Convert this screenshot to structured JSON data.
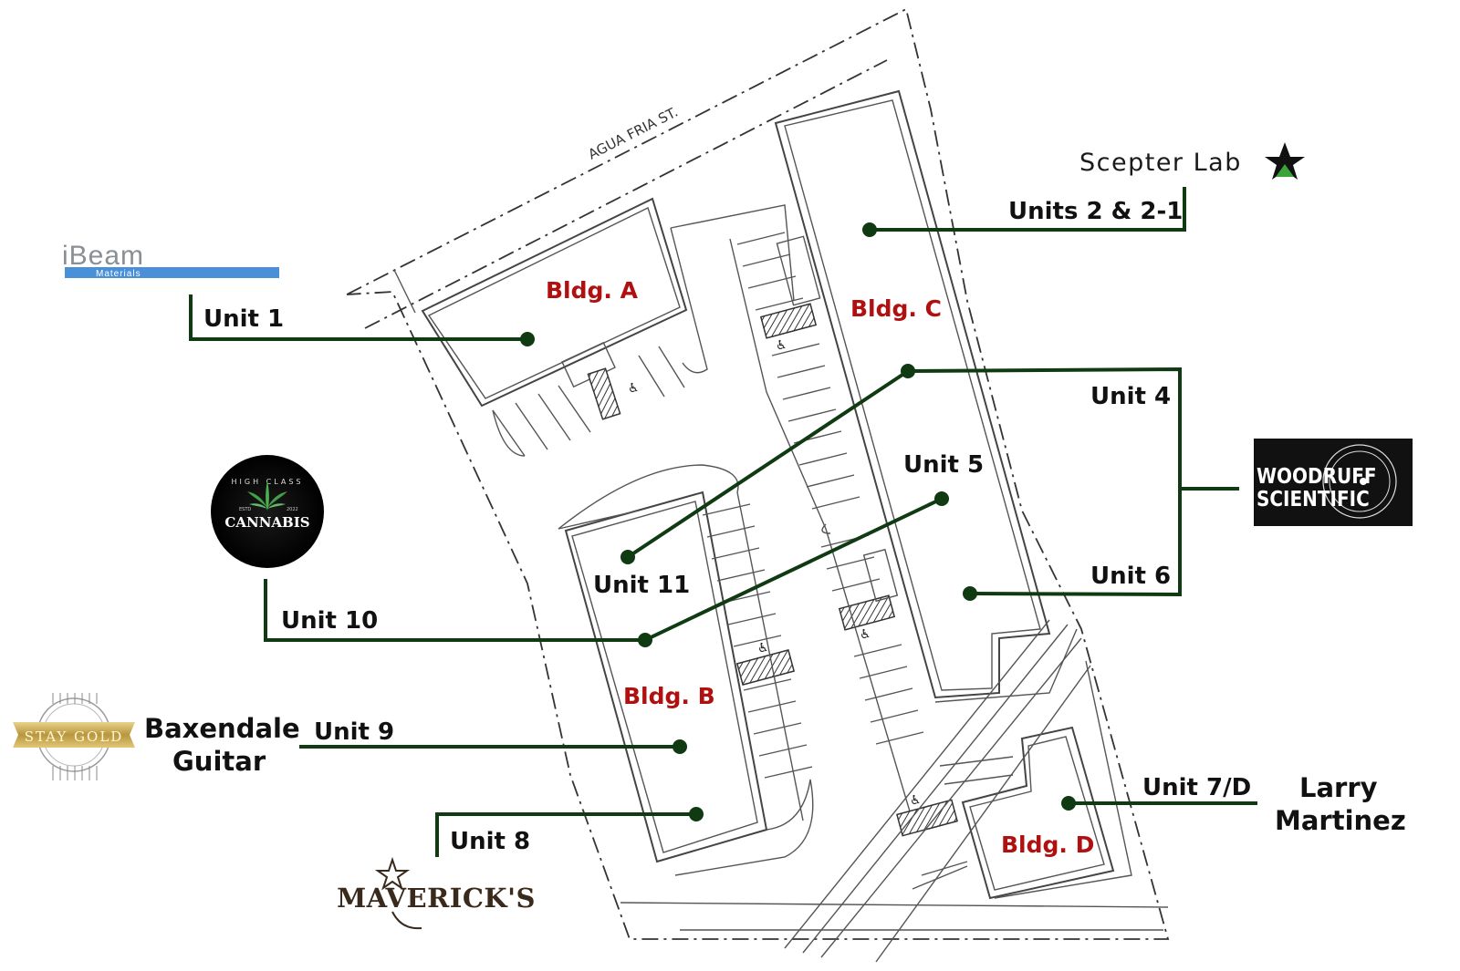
{
  "street": "AGUA FRIA ST.",
  "buildings": {
    "a": "Bldg. A",
    "b": "Bldg. B",
    "c": "Bldg. C",
    "d": "Bldg. D"
  },
  "units": {
    "u1": "Unit 1",
    "u2": "Units 2 & 2-1",
    "u4": "Unit 4",
    "u5": "Unit 5",
    "u6": "Unit 6",
    "u7": "Unit 7/D",
    "u8": "Unit 8",
    "u9": "Unit 9",
    "u10": "Unit 10",
    "u11": "Unit 11"
  },
  "tenants": {
    "ibeam": {
      "name": "iBeam",
      "sub": "Materials"
    },
    "scepter": "Scepter Lab",
    "woodruff": {
      "line1": "WOODRUFF",
      "line2": "SCIENTIFIC"
    },
    "cannabis": {
      "top": "HIGH CLASS",
      "estd": "ESTD",
      "year": "2022",
      "name": "CANNABIS"
    },
    "staygold": "STAY GOLD",
    "baxendale": {
      "line1": "Baxendale",
      "line2": "Guitar"
    },
    "larry": {
      "line1": "Larry",
      "line2": "Martinez"
    },
    "mavericks": "MAVERICK'S"
  },
  "colors": {
    "leader": "#0f3a12",
    "building_label": "#b01010",
    "logo_bg": "#111111"
  }
}
